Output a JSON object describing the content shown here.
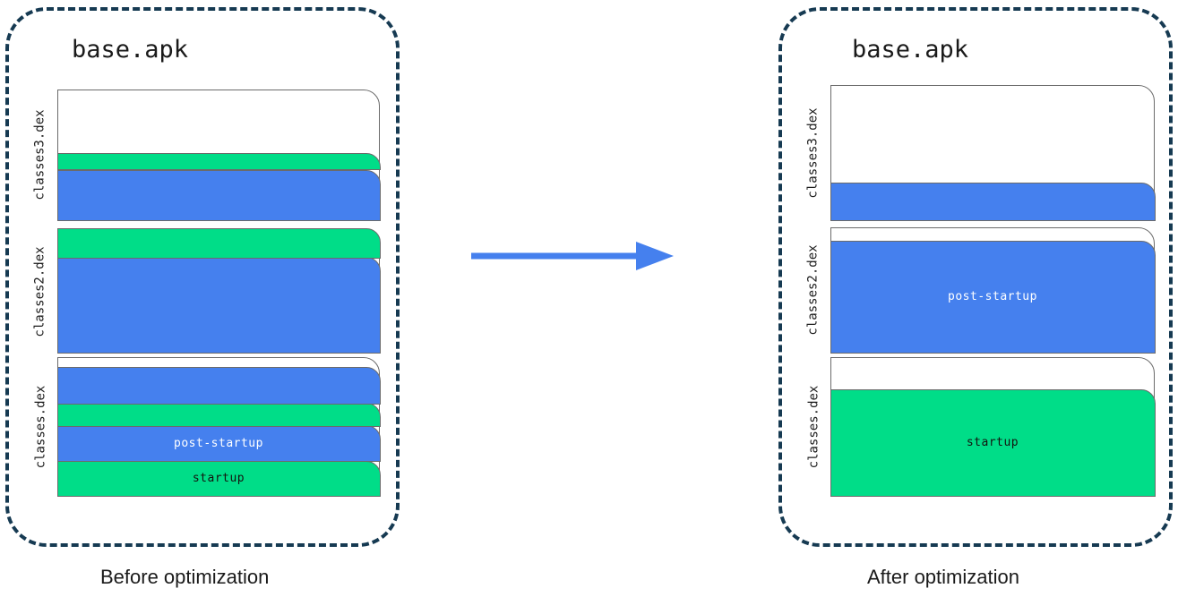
{
  "diagram": {
    "title_hidden": "",
    "colors": {
      "blue": "#4580ee",
      "green": "#00dd88",
      "panel_border": "#163a52",
      "box_border": "#6b6b6b",
      "arrow": "#4580ee"
    },
    "arrow": {
      "name": "right-arrow",
      "direction": "right"
    },
    "panels": [
      {
        "id": "before",
        "apk_title": "base.apk",
        "caption": "Before optimization",
        "dex_files": [
          {
            "label": "classes3.dex",
            "segments": [
              {
                "color": "green",
                "label": ""
              },
              {
                "color": "blue",
                "label": ""
              }
            ]
          },
          {
            "label": "classes2.dex",
            "segments": [
              {
                "color": "green",
                "label": ""
              },
              {
                "color": "blue",
                "label": ""
              }
            ]
          },
          {
            "label": "classes.dex",
            "segments": [
              {
                "color": "blue",
                "label": ""
              },
              {
                "color": "green",
                "label": ""
              },
              {
                "color": "blue",
                "label": "post-startup"
              },
              {
                "color": "green",
                "label": "startup"
              }
            ]
          }
        ]
      },
      {
        "id": "after",
        "apk_title": "base.apk",
        "caption": "After optimization",
        "dex_files": [
          {
            "label": "classes3.dex",
            "segments": [
              {
                "color": "blue",
                "label": ""
              }
            ]
          },
          {
            "label": "classes2.dex",
            "segments": [
              {
                "color": "blue",
                "label": "post-startup"
              }
            ]
          },
          {
            "label": "classes.dex",
            "segments": [
              {
                "color": "green",
                "label": "startup"
              }
            ]
          }
        ]
      }
    ]
  }
}
